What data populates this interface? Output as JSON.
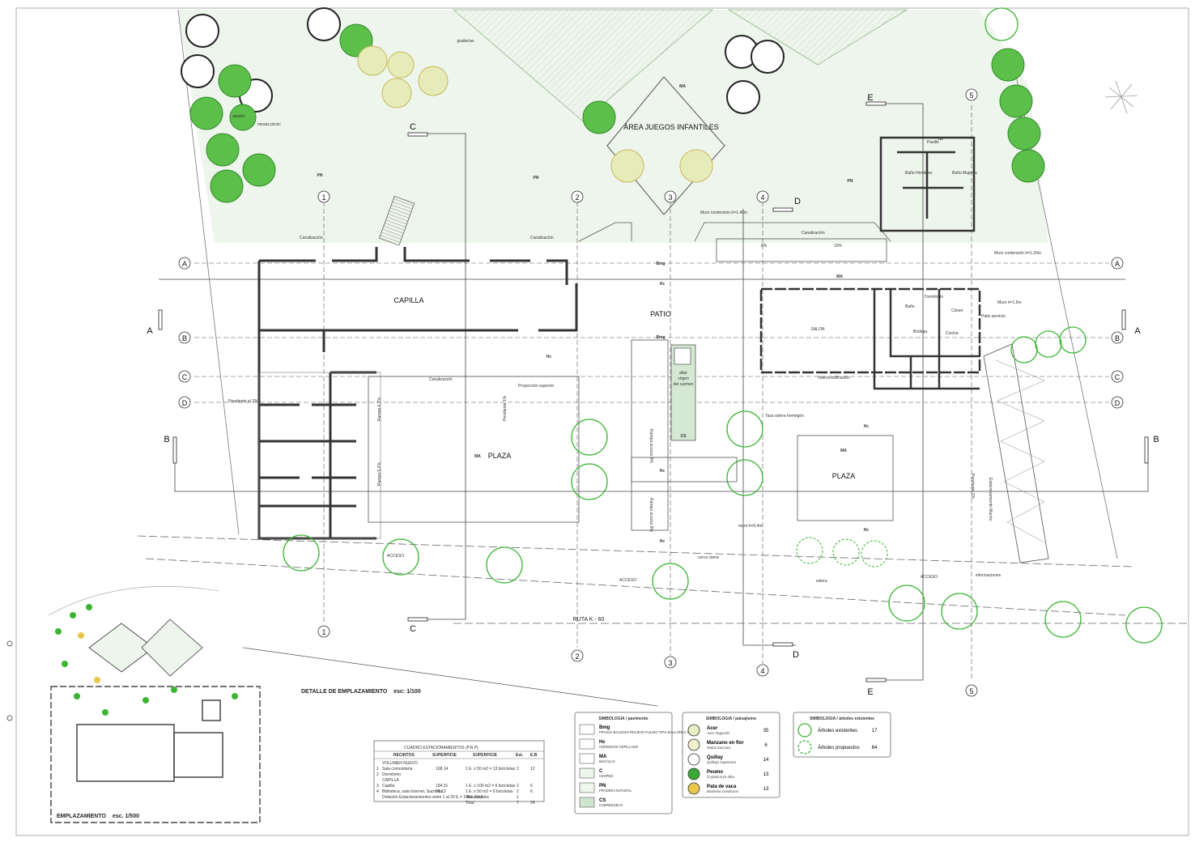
{
  "site": {
    "labels": {
      "capilla": "CAPILLA",
      "patio": "PATIO",
      "plaza_left": "PLAZA",
      "plaza_right": "PLAZA",
      "area_juegos": "ÁREA JUEGOS INFANTILES",
      "graderias": "graderías",
      "ruta": "RUTA K - 60",
      "altar": [
        "altar",
        "virgen",
        "del carmen"
      ],
      "salon": "SALON",
      "nueva_edificacion": "Nueva edificación",
      "canalizacion": "Canalización",
      "proyeccion_superior": "Proyección superior",
      "pendiente_2": "Pendiente al 2%",
      "pendiente_1": "Pendiente 1%",
      "rampa_6": "Rampa 6,7%",
      "rampa_52": "Rampa 5,2%",
      "rampa_acceso": "Rampa acceso 8%",
      "taza_solera": "Taza solera hormigón",
      "muro_contencion_top": "Muro contención h=1.40m",
      "muro_contencion_right": "Muro contención h=1.20m",
      "muro_15": "Muro h=1.5m",
      "muro_04": "muro h=0.4m",
      "cerco_cierre": "cerco cierre",
      "solera": "solera",
      "acceso": "ACCESO",
      "informaciones": "informaciones",
      "asador": "asador",
      "mesas_picnic": "mesas picnic",
      "pasillo": "Pasillo",
      "bano_hombres": "Baño Hombres",
      "bano_mujeres": "Baño Mujeres",
      "dormitorio": "Dormitorio",
      "bano": "Baño",
      "patio_servicio": "Patio servicio",
      "bodega": "Bodega",
      "cocina": "Cocina",
      "closet": "Closet",
      "estacionamiento": "Estacionamiento Mucho",
      "pendiente_right": "Pendiente 2%",
      "pct_8": "8%",
      "pct_10": "10%"
    },
    "pavement_codes": {
      "pn1": "PN",
      "pn2": "PN",
      "pn3": "PN",
      "ma1": "MA",
      "ma2": "MA",
      "ma3": "MA",
      "ma4": "MA",
      "hc1": "Hc",
      "hc2": "Hc",
      "hc3": "Hc",
      "hc4": "Hc",
      "hc5": "Hc",
      "hc6": "Hc",
      "hc7": "Hc",
      "bmg1": "Bmg",
      "bmg2": "Bmg",
      "cs": "CS"
    },
    "axes_numbers": [
      "1",
      "2",
      "3",
      "4",
      "5"
    ],
    "axes_letters": [
      "A",
      "B",
      "C",
      "D"
    ],
    "section_letters": [
      "A",
      "B",
      "C",
      "D",
      "E"
    ]
  },
  "titles": {
    "detalle": "DETALLE DE EMPLAZAMIENTO",
    "detalle_scale": "esc: 1/100",
    "emplazamiento": "EMPLAZAMIENTO",
    "emplazamiento_scale": "esc. 1/500"
  },
  "parking_table": {
    "title": "CUADRO ESTACIONAMIENTOS (P.R.P)",
    "headers": [
      "RECINTOS",
      "SUPERFICIE",
      "SUPERFICIE",
      "Est.",
      "E.B"
    ],
    "rows": [
      {
        "n": "",
        "name": "VOLUMEN NUEVO",
        "sup": "",
        "calc": "",
        "est": "",
        "eb": ""
      },
      {
        "n": "1",
        "name": "Sala comunitaria",
        "sup": "108.14",
        "calc": "1 E. x 50 m2 = 13 bicicletas",
        "est": "2",
        "eb": "12"
      },
      {
        "n": "2",
        "name": "Dormitorio",
        "sup": "",
        "calc": "",
        "est": "",
        "eb": ""
      },
      {
        "n": "",
        "name": "CAPILLA",
        "sup": "",
        "calc": "",
        "est": "",
        "eb": ""
      },
      {
        "n": "3",
        "name": "Capilla",
        "sup": "194.31",
        "calc": "1 E. x 100 m2 = 6 bicicletas",
        "est": "2",
        "eb": "6"
      },
      {
        "n": "4",
        "name": "Biblioteca, sala Internet, Sacristía",
        "sup": "91.13",
        "calc": "1 E. x 50 m2 = 6 bicicletas",
        "est": "2",
        "eb": "6"
      },
      {
        "n": "",
        "name": "Dotación Estacionamientos entre 1 al 20 E = 1 Est. Disc.",
        "sup": "",
        "calc": "Minusválidos",
        "est": "1",
        "eb": ""
      },
      {
        "n": "",
        "name": "",
        "sup": "",
        "calc": "Total",
        "est": "7",
        "eb": "24"
      }
    ]
  },
  "legend_pavimento": {
    "title": "SIMBOLOGIA / pavimento",
    "items": [
      {
        "code": "Bmg",
        "desc": "PRANJA BALDOSA RELIEVE PULIDO TIPO MALLORCA GRIS",
        "fill": "#ffffff"
      },
      {
        "code": "Hc",
        "desc": "HORMIGON CEPILLADO",
        "fill": "#ffffff"
      },
      {
        "code": "MA",
        "desc": "MAICILLO",
        "fill": "#ffffff"
      },
      {
        "code": "C",
        "desc": "CESPED",
        "fill": "#ecf5ea"
      },
      {
        "code": "PN",
        "desc": "PRADERA NATURAL",
        "fill": "#f0f6ee"
      },
      {
        "code": "CS",
        "desc": "CUBRESUELO",
        "fill": "#cfe5cf"
      }
    ]
  },
  "legend_paisajismo": {
    "title": "SIMBOLOGIA / paisajismo",
    "items": [
      {
        "name": "Acer",
        "latin": "Acer negundo",
        "count": "35",
        "color": "#e8efc4"
      },
      {
        "name": "Manzano en flor",
        "latin": "Malus baccata",
        "count": "6",
        "color": "#f1f1d0"
      },
      {
        "name": "Quillay",
        "latin": "Quillaja saponaria",
        "count": "14",
        "color": "#ffffff"
      },
      {
        "name": "Peumo",
        "latin": "Cryptocarya alba",
        "count": "13",
        "color": "#3aaa35"
      },
      {
        "name": "Pata de vaca",
        "latin": "Bauhinia candicans",
        "count": "13",
        "color": "#e8c84a"
      }
    ]
  },
  "legend_arboles": {
    "title": "SIMBOLOGIA / árboles existentes",
    "items": [
      {
        "name": "Árboles existentes",
        "count": "17"
      },
      {
        "name": "Árboles propuestos",
        "count": "64"
      }
    ]
  },
  "colors": {
    "lawn": "#eef5ec",
    "tree_green": "#2fb02a",
    "tree_light": "#c8d96a",
    "walls": "#333333"
  }
}
